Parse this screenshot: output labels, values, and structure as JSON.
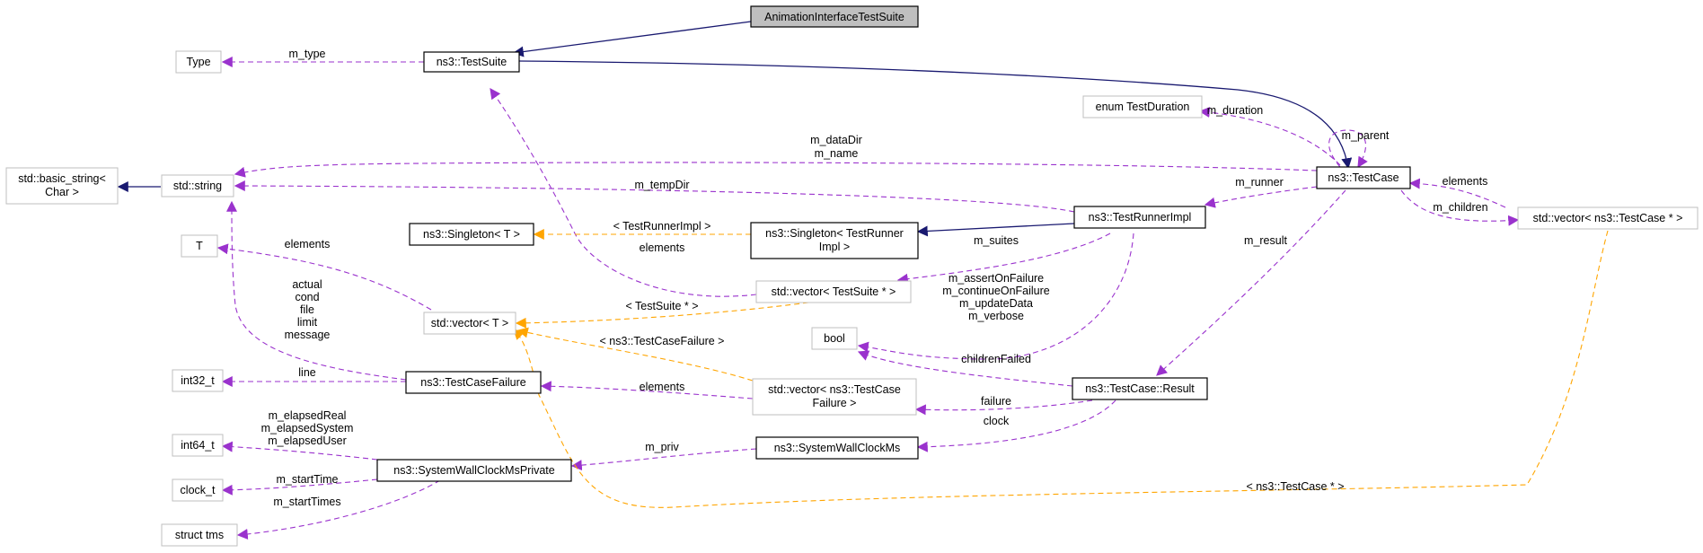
{
  "colors": {
    "inherit": "#191970",
    "member": "#9a32cd",
    "template": "#ffa500",
    "root_fill": "#bfbfbf",
    "weak_border": "#bfbfbf"
  },
  "nodes": {
    "animation_suite": [
      "AnimationInterfaceTestSuite"
    ],
    "test_suite": [
      "ns3::TestSuite"
    ],
    "type": [
      "Type"
    ],
    "enum_duration": [
      "enum TestDuration"
    ],
    "test_case": [
      "ns3::TestCase"
    ],
    "basic_string": [
      "std::basic_string<",
      "Char >"
    ],
    "string": [
      "std::string"
    ],
    "test_runner_impl": [
      "ns3::TestRunnerImpl"
    ],
    "vector_testcase_ptr": [
      "std::vector< ns3::TestCase * >"
    ],
    "t": [
      "T"
    ],
    "singleton_t": [
      "ns3::Singleton< T >"
    ],
    "singleton_runner": [
      "ns3::Singleton< TestRunner",
      "Impl >"
    ],
    "vector_testsuite_ptr": [
      "std::vector< TestSuite * >"
    ],
    "vector_t": [
      "std::vector< T >"
    ],
    "bool": [
      "bool"
    ],
    "int32": [
      "int32_t"
    ],
    "test_case_failure": [
      "ns3::TestCaseFailure"
    ],
    "vector_failure": [
      "std::vector< ns3::TestCase",
      "Failure >"
    ],
    "result": [
      "ns3::TestCase::Result"
    ],
    "int64": [
      "int64_t"
    ],
    "wallclock_private": [
      "ns3::SystemWallClockMsPrivate"
    ],
    "wallclock": [
      "ns3::SystemWallClockMs"
    ],
    "clock_t": [
      "clock_t"
    ],
    "struct_tms": [
      "struct tms"
    ]
  },
  "edge_labels": {
    "m_type": [
      "m_type"
    ],
    "m_duration": [
      "m_duration"
    ],
    "m_parent": [
      "m_parent"
    ],
    "m_datadir_name": [
      "m_dataDir",
      "m_name"
    ],
    "m_tempdir": [
      "m_tempDir"
    ],
    "m_runner": [
      "m_runner"
    ],
    "elements_testcase": [
      "elements"
    ],
    "m_children": [
      "m_children"
    ],
    "runnerimpl_tmpl": [
      "< TestRunnerImpl >"
    ],
    "elements_suites": [
      "elements"
    ],
    "m_suites": [
      "m_suites"
    ],
    "elements_t": [
      "elements"
    ],
    "m_result": [
      "m_result"
    ],
    "failure_fields": [
      "actual",
      "cond",
      "file",
      "limit",
      "message"
    ],
    "bool_fields": [
      "m_assertOnFailure",
      "m_continueOnFailure",
      "m_updateData",
      "m_verbose"
    ],
    "testsuite_tmpl": [
      "< TestSuite * >"
    ],
    "failure_tmpl": [
      "< ns3::TestCaseFailure >"
    ],
    "children_failed": [
      "childrenFailed"
    ],
    "line": [
      "line"
    ],
    "elements_failure": [
      "elements"
    ],
    "failure": [
      "failure"
    ],
    "clock": [
      "clock"
    ],
    "elapsed": [
      "m_elapsedReal",
      "m_elapsedSystem",
      "m_elapsedUser"
    ],
    "m_priv": [
      "m_priv"
    ],
    "m_starttime": [
      "m_startTime"
    ],
    "m_starttimes": [
      "m_startTimes"
    ],
    "testcase_tmpl": [
      "< ns3::TestCase * >"
    ]
  }
}
